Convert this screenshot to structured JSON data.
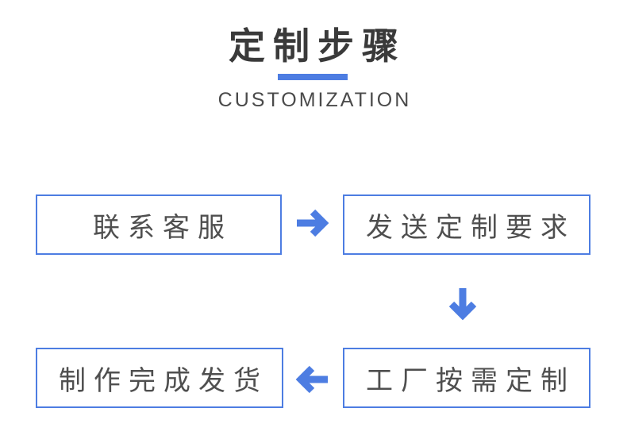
{
  "header": {
    "title": "定制步骤",
    "subtitle": "CUSTOMIZATION"
  },
  "steps": [
    {
      "id": 1,
      "label": "联系客服"
    },
    {
      "id": 2,
      "label": "发送定制要求"
    },
    {
      "id": 3,
      "label": "工厂按需定制"
    },
    {
      "id": 4,
      "label": "制作完成发货"
    }
  ],
  "icons": {
    "arrow_right": "→",
    "arrow_down": "↓",
    "arrow_left": "←"
  },
  "colors": {
    "accent": "#4d7de2",
    "title_text": "#3a3a3a",
    "subtitle_text": "#4a4a4a",
    "step_text": "#4f4f4f",
    "background": "#ffffff"
  }
}
